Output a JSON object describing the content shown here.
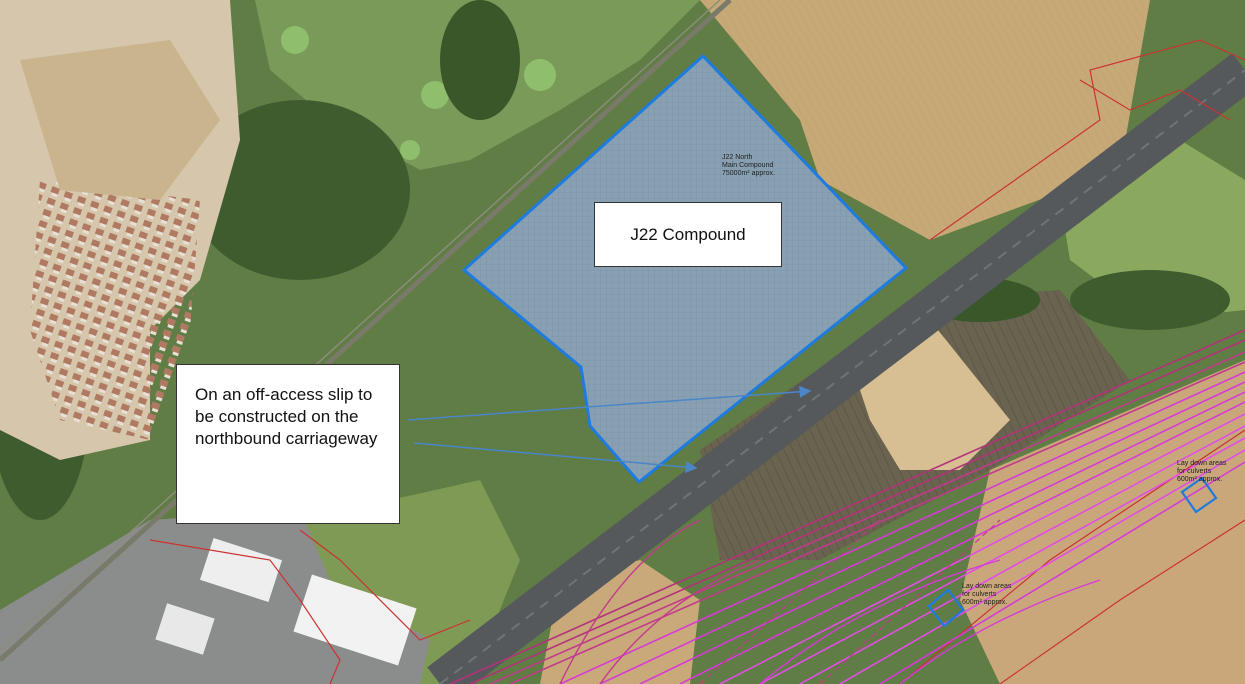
{
  "map": {
    "type": "aerial-site-plan",
    "compound_label": "J22 Compound",
    "callout_text": "On an off-access slip to be constructed on the northbound carriageway",
    "annotations": {
      "main_compound": "J22 North\nMain Compound\n75000m² approx.",
      "culverts_east": "Lay down areas\nfor culverts\n600m² approx.",
      "culverts_south": "Lay down areas\nfor culverts\n600m² approx."
    },
    "colors": {
      "compound_outline": "#1e7be0",
      "compound_fill": "#8fa6c4",
      "works_lines": "#d63bd8",
      "works_lines_dark": "#b4327a",
      "boundary_lines": "#cc3333",
      "arrow": "#4a86c8",
      "road": "#55595c"
    }
  }
}
